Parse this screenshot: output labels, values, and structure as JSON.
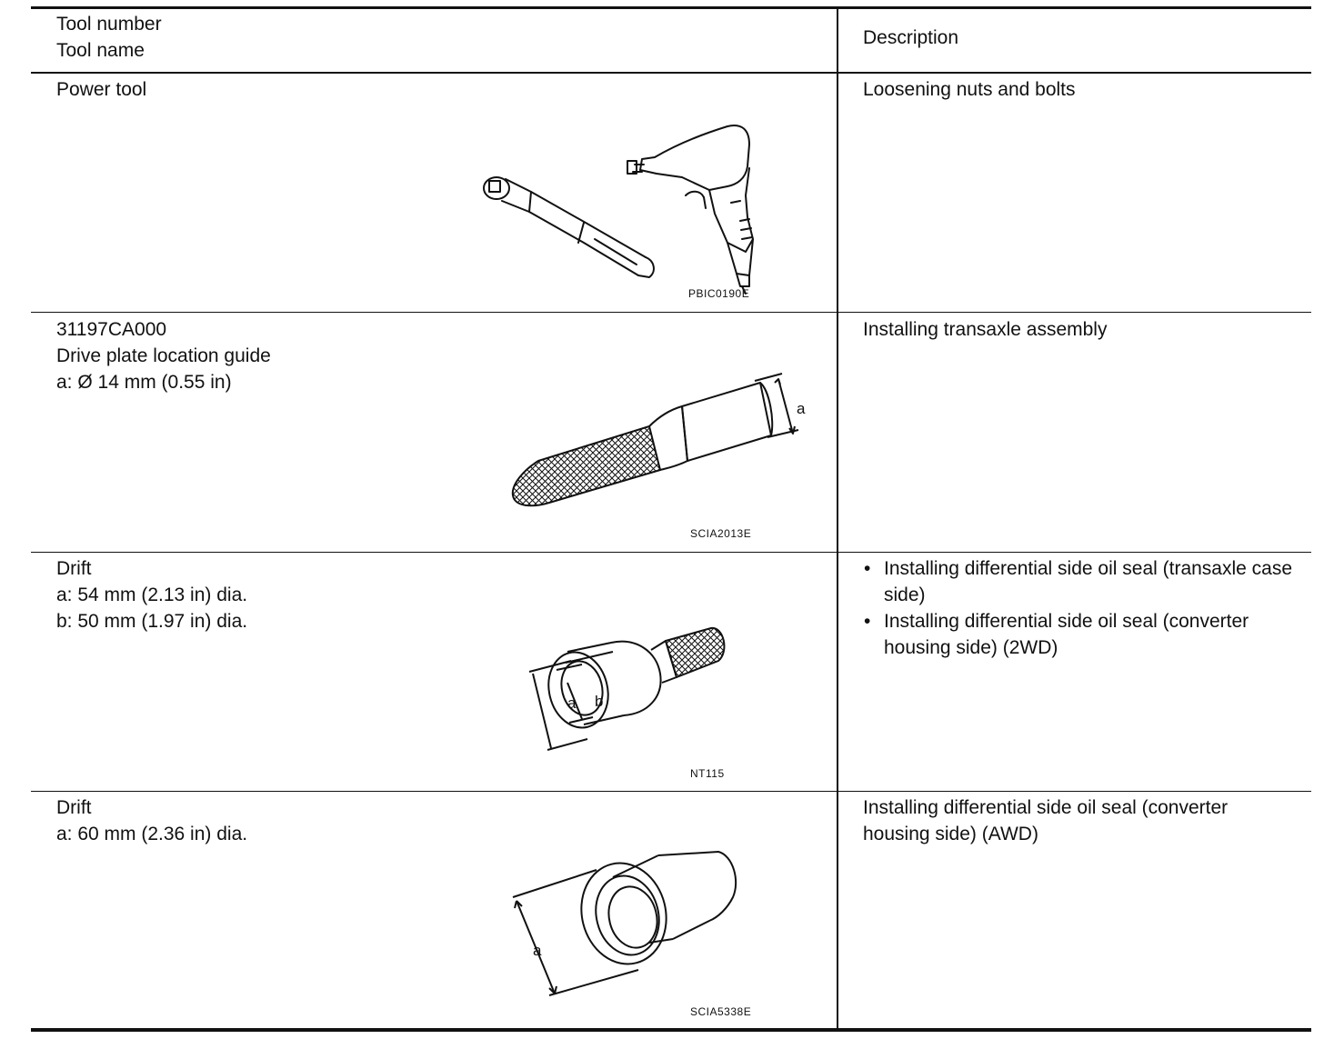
{
  "header": {
    "col1_line1": "Tool number",
    "col1_line2": "Tool name",
    "col2": "Description"
  },
  "rows": [
    {
      "name_lines": [
        "Power tool"
      ],
      "figure_code": "PBIC0190E",
      "figure_icon": "power-tools-icon",
      "description": "Loosening nuts and bolts"
    },
    {
      "name_lines": [
        "31197CA000",
        "Drive plate location guide",
        "a: Ø 14 mm (0.55 in)"
      ],
      "figure_code": "SCIA2013E",
      "figure_label_a": "a",
      "figure_icon": "location-guide-icon",
      "description": "Installing transaxle assembly"
    },
    {
      "name_lines": [
        "Drift",
        "a: 54 mm (2.13 in) dia.",
        "b: 50 mm (1.97 in) dia."
      ],
      "figure_code": "NT115",
      "figure_label_a": "a",
      "figure_label_b": "b",
      "figure_icon": "drift-icon",
      "bullet_symbol": "•",
      "description_bullets": [
        "Installing differential side oil seal (transaxle case side)",
        "Installing differential side oil seal (converter housing side) (2WD)"
      ]
    },
    {
      "name_lines": [
        "Drift",
        "a: 60 mm (2.36 in) dia."
      ],
      "figure_code": "SCIA5338E",
      "figure_label_a": "a",
      "figure_icon": "drift-icon",
      "description": "Installing differential side oil seal (converter housing side) (AWD)"
    }
  ]
}
